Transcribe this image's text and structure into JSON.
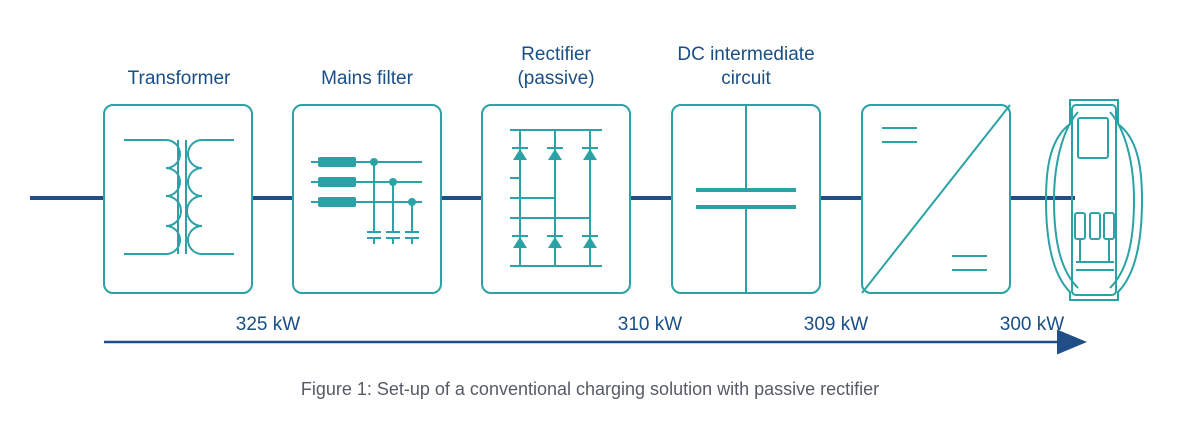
{
  "stages": [
    {
      "id": "transformer",
      "label_lines": [
        "Transformer"
      ]
    },
    {
      "id": "mains-filter",
      "label_lines": [
        "Mains filter"
      ]
    },
    {
      "id": "rectifier",
      "label_lines": [
        "Rectifier",
        "(passive)"
      ]
    },
    {
      "id": "dc-circuit",
      "label_lines": [
        "DC intermediate",
        "circuit"
      ]
    },
    {
      "id": "dc-dc-converter",
      "label_lines": []
    },
    {
      "id": "charger",
      "label_lines": []
    }
  ],
  "power_labels": [
    "325 kW",
    "310 kW",
    "309 kW",
    "300 kW"
  ],
  "caption": "Figure 1: Set-up of a conventional charging solution with passive rectifier",
  "colors": {
    "accent": "#2aa2a6",
    "line": "#1f4f86",
    "text": "#1a4f86",
    "caption": "#555b66"
  }
}
